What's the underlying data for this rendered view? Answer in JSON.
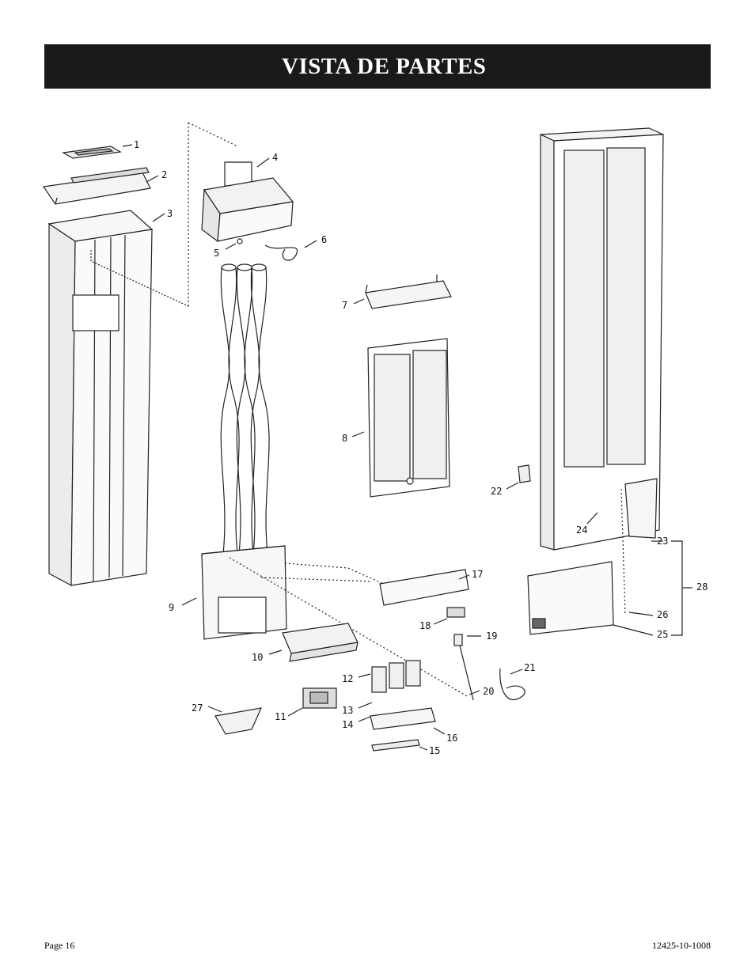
{
  "title": "VISTA DE PARTES",
  "footer": {
    "page": "Page 16",
    "doc_number": "12425-10-1008"
  },
  "callouts": {
    "c1": "1",
    "c2": "2",
    "c3": "3",
    "c4": "4",
    "c5": "5",
    "c6": "6",
    "c7": "7",
    "c8": "8",
    "c9": "9",
    "c10": "10",
    "c11": "11",
    "c12": "12",
    "c13": "13",
    "c14": "14",
    "c15": "15",
    "c16": "16",
    "c17": "17",
    "c18": "18",
    "c19": "19",
    "c20": "20",
    "c21": "21",
    "c22": "22",
    "c23": "23",
    "c24": "24",
    "c25": "25",
    "c26": "26",
    "c27": "27",
    "c28": "28"
  }
}
